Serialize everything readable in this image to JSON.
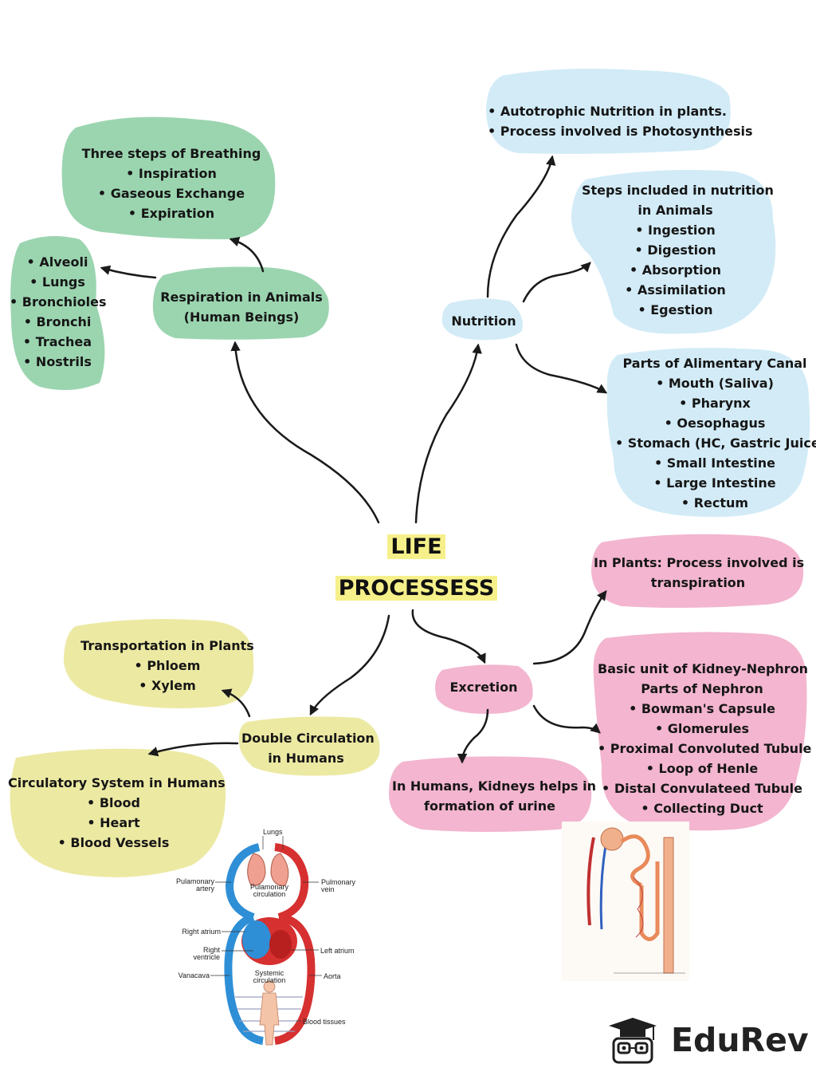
{
  "title": {
    "line1": "LIFE",
    "line2": "PROCESSESS"
  },
  "colors": {
    "green": "#9bd5b0",
    "blue": "#d2ebf7",
    "pink": "#f3b5cf",
    "yellow": "#ece9a3"
  },
  "respiration": {
    "hub": [
      "Respiration in Animals",
      "(Human Beings)"
    ],
    "steps": [
      "Three steps of Breathing",
      "• Inspiration",
      "• Gaseous Exchange",
      "• Expiration"
    ],
    "organs": [
      "• Alveoli",
      "• Lungs",
      "• Bronchioles",
      "• Bronchi",
      "• Trachea",
      "• Nostrils"
    ]
  },
  "nutrition": {
    "hub": [
      "Nutrition"
    ],
    "plants": [
      "• Autotrophic Nutrition in plants.",
      "• Process involved is Photosynthesis"
    ],
    "animals": [
      "Steps included in nutrition",
      "in Animals",
      "• Ingestion",
      "• Digestion",
      "• Absorption",
      "• Assimilation",
      "• Egestion"
    ],
    "canal": [
      "Parts of Alimentary Canal",
      "• Mouth (Saliva)",
      "• Pharynx",
      "• Oesophagus",
      "• Stomach (HC, Gastric Juice)",
      "• Small Intestine",
      "• Large Intestine",
      "• Rectum"
    ]
  },
  "excretion": {
    "hub": [
      "Excretion"
    ],
    "plants": [
      "In Plants: Process involved is",
      "transpiration"
    ],
    "kidney": [
      "Basic unit of Kidney-Nephron",
      "Parts of Nephron",
      "• Bowman's Capsule",
      "• Glomerules",
      "• Proximal Convoluted Tubule",
      "• Loop of Henle",
      "• Distal Convulateed Tubule",
      "• Collecting Duct"
    ],
    "humans": [
      "In Humans, Kidneys helps in",
      "formation of urine"
    ]
  },
  "circulation": {
    "hub": [
      "Double Circulation",
      "in Humans"
    ],
    "plants": [
      "Transportation in Plants",
      "• Phloem",
      "• Xylem"
    ],
    "humans": [
      "Circulatory System in Humans",
      "• Blood",
      "• Heart",
      "• Blood Vessels"
    ]
  },
  "heart_diagram": {
    "lungs": "Lungs",
    "pul_artery": [
      "Pulamonary",
      "artery"
    ],
    "pul_circ": [
      "Pulamonary",
      "circulation"
    ],
    "pul_vein": [
      "Pulmonary",
      "vein"
    ],
    "right_atrium": "Right atrium",
    "right_ventricle": [
      "Right",
      "ventricle"
    ],
    "left_atrium": "Left atrium",
    "vena_cava": "Vanacava",
    "sys_circ": [
      "Systemic",
      "circulation"
    ],
    "aorta": "Aorta",
    "blood_tissues": "Blood tissues"
  },
  "logo": {
    "text": "EduRev"
  }
}
